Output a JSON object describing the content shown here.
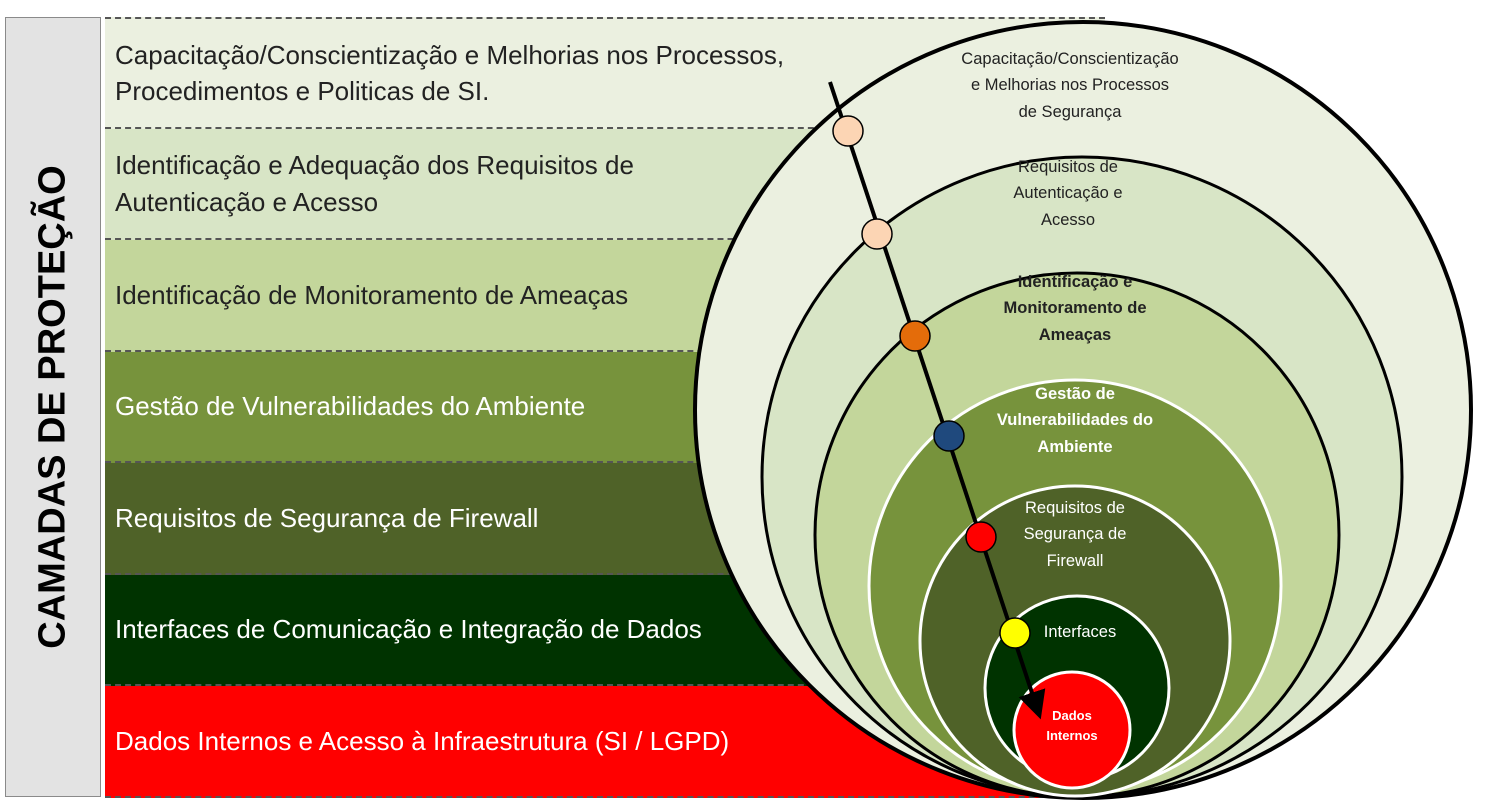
{
  "side_label": "CAMADAS DE PROTEÇÃO",
  "bands": [
    {
      "line1": "Capacitação/Conscientização e Melhorias nos Processos,",
      "line2": "Procedimentos e Politicas de SI."
    },
    {
      "line1": "Identificação e Adequação dos Requisitos de",
      "line2": "Autenticação e Acesso"
    },
    {
      "line1": "Identificação de Monitoramento de Ameaças"
    },
    {
      "line1": "Gestão de Vulnerabilidades do Ambiente"
    },
    {
      "line1": "Requisitos de Segurança de Firewall"
    },
    {
      "line1": "Interfaces de Comunicação e Integração de Dados"
    },
    {
      "line1": "Dados Internos e Acesso à Infraestrutura (SI / LGPD)"
    }
  ],
  "rings": [
    {
      "lines": [
        "Capacitação/Conscientização",
        "e Melhorias nos Processos",
        "de Segurança"
      ]
    },
    {
      "lines": [
        "Requisitos de",
        "Autenticação e",
        "Acesso"
      ]
    },
    {
      "lines": [
        "Identificação e",
        "Monitoramento de",
        "Ameaças"
      ]
    },
    {
      "lines": [
        "Gestão de",
        "Vulnerabilidades do",
        "Ambiente"
      ]
    },
    {
      "lines": [
        "Requisitos de",
        "Segurança de",
        "Firewall"
      ]
    },
    {
      "lines": [
        "Interfaces"
      ]
    },
    {
      "lines": [
        "Dados",
        "Internos"
      ]
    }
  ],
  "colors": {
    "ring_fills": [
      "#ebf0e0",
      "#d8e5c6",
      "#c3d69b",
      "#77933c",
      "#4f6228",
      "#003300",
      "#ff0000"
    ],
    "marker_fills": [
      "#fcd5b4",
      "#fcd5b4",
      "#e46c0a",
      "#1f497d",
      "#ff0000",
      "#ffff00"
    ]
  }
}
